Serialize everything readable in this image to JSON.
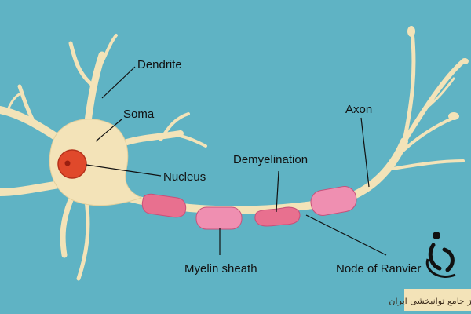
{
  "colors": {
    "background": "#5fb3c4",
    "cell_body": "#f3e3b8",
    "cell_outline": "#e2cf9c",
    "nucleus": "#e0492b",
    "nucleolus": "#9a1f10",
    "myelin": "#ef8fb1",
    "myelin_damaged": "#e8708f",
    "text": "#111111"
  },
  "labels": {
    "dendrite": "Dendrite",
    "soma": "Soma",
    "nucleus": "Nucleus",
    "demyelination": "Demyelination",
    "axon": "Axon",
    "myelin_sheath": "Myelin sheath",
    "node_of_ranvier": "Node of Ranvier"
  },
  "watermark": {
    "text": "مرکز جامع توانبخشی ایران"
  }
}
